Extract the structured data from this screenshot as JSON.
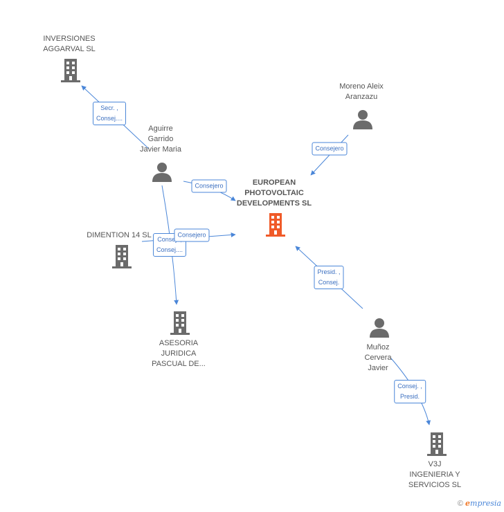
{
  "nodes": {
    "inversiones": {
      "label": "INVERSIONES\nAGGARVAL  SL",
      "type": "company"
    },
    "moreno": {
      "label": "Moreno Aleix\nAranzazu",
      "type": "person"
    },
    "aguirre": {
      "label": "Aguirre\nGarrido\nJavier Maria",
      "type": "person"
    },
    "european": {
      "label": "EUROPEAN\nPHOTOVOLTAIC\nDEVELOPMENTS SL",
      "type": "company-main"
    },
    "dimention": {
      "label": "DIMENTION 14 SL",
      "type": "company"
    },
    "asesoria": {
      "label": "ASESORIA\nJURIDICA\nPASCUAL DE...",
      "type": "company"
    },
    "munoz": {
      "label": "Muñoz\nCervera\nJavier",
      "type": "person"
    },
    "v3j": {
      "label": "V3J\nINGENIERIA Y\nSERVICIOS SL",
      "type": "company"
    }
  },
  "relations": {
    "r1": "Secr. ,\nConsej....",
    "r2": "Consejero",
    "r3": "Consejero",
    "r4": "Consej. ,\nConsej....",
    "r5": "Consejero",
    "r6": "Presid. ,\nConsej.",
    "r7": "Consej. ,\nPresid."
  },
  "colors": {
    "edge": "#4a86d8",
    "node": "#6b6b6b",
    "main_node": "#f05a28"
  },
  "footer": {
    "copyright": "©",
    "brand_e": "e",
    "brand_rest": "mpresia"
  }
}
